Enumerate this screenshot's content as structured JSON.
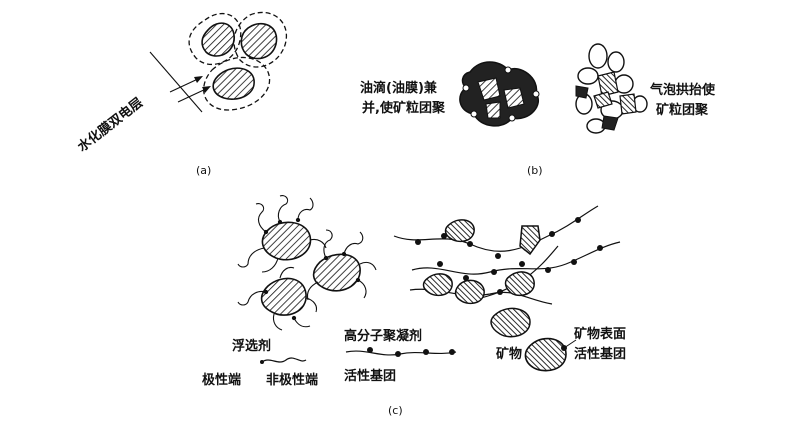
{
  "panels": {
    "a": {
      "caption": "(a)",
      "label": "水化膜双电层"
    },
    "b": {
      "caption": "(b)",
      "label_left_line1": "油滴(油膜)兼",
      "label_left_line2": "并,使矿粒团聚",
      "label_right_line1": "气泡拱抬使",
      "label_right_line2": "矿粒团聚"
    },
    "c": {
      "caption": "(c)",
      "flotation_agent": "浮选剂",
      "polar_end": "极性端",
      "nonpolar_end": "非极性端",
      "polymer_flocculant": "高分子聚凝剂",
      "active_group": "活性基团",
      "mineral": "矿物",
      "surface_group_line1": "矿物表面",
      "surface_group_line2": "活性基团"
    }
  },
  "colors": {
    "ink": "#111111",
    "background": "#ffffff"
  }
}
